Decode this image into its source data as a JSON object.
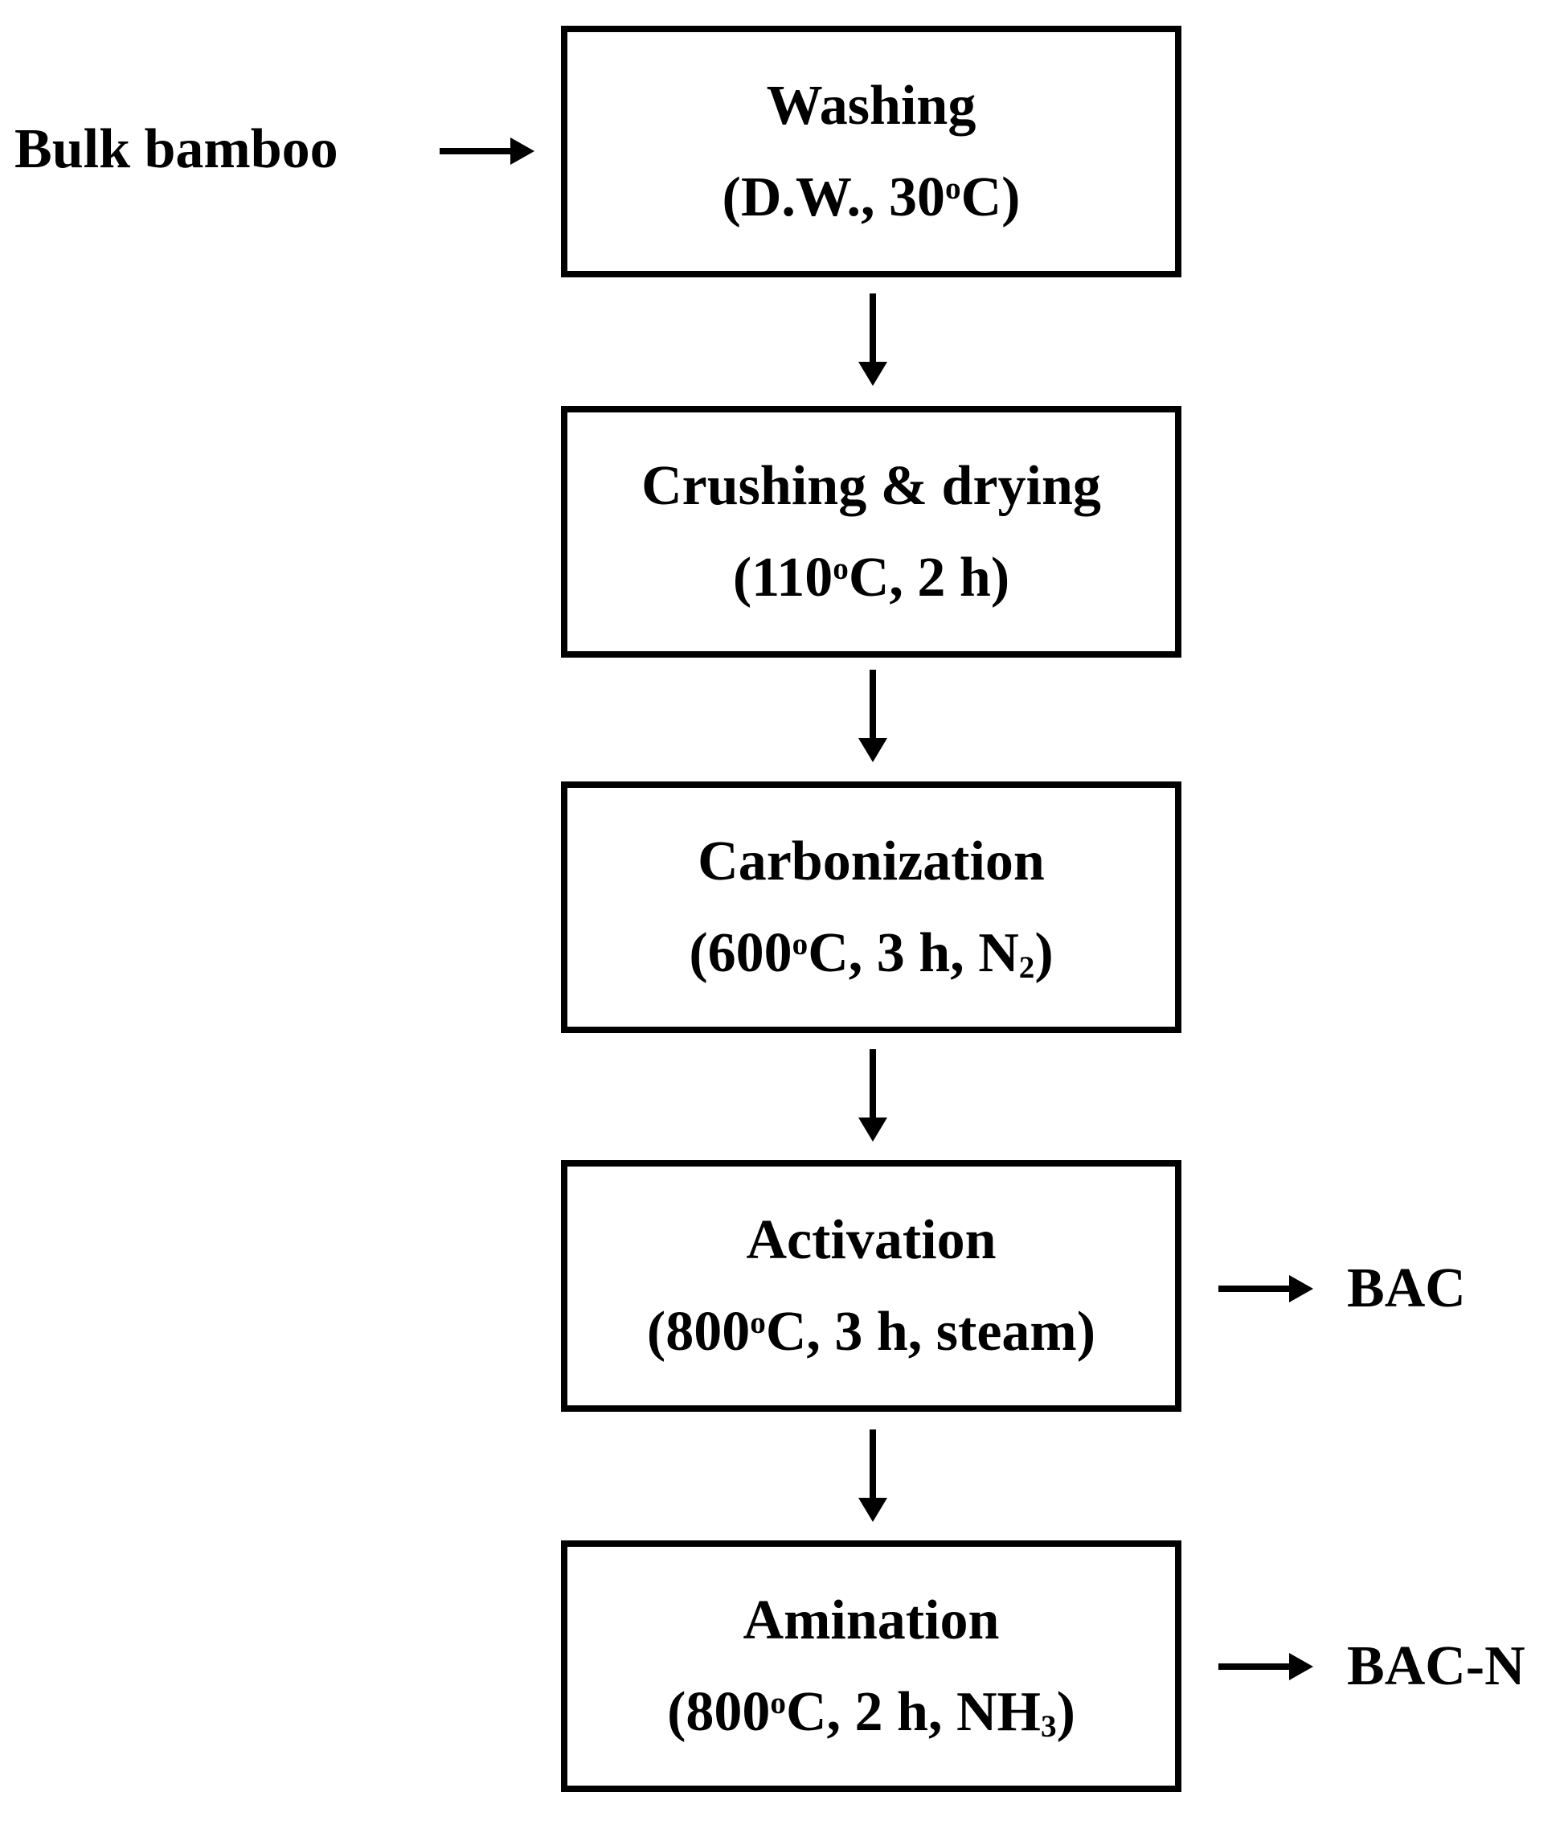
{
  "colors": {
    "ink": "#000000",
    "paper": "#ffffff"
  },
  "flow": {
    "source_label": "Bulk bamboo",
    "steps": [
      {
        "title": "Washing",
        "params": [
          {
            "t": "(D.W., 30"
          },
          {
            "sup": "o"
          },
          {
            "t": "C)"
          }
        ]
      },
      {
        "title": "Crushing & drying",
        "params": [
          {
            "t": "(110"
          },
          {
            "sup": "o"
          },
          {
            "t": "C, 2 h)"
          }
        ]
      },
      {
        "title": "Carbonization",
        "params": [
          {
            "t": "(600"
          },
          {
            "sup": "o"
          },
          {
            "t": "C, 3 h, N"
          },
          {
            "sub": "2"
          },
          {
            "t": ")"
          }
        ]
      },
      {
        "title": "Activation",
        "params": [
          {
            "t": "(800"
          },
          {
            "sup": "o"
          },
          {
            "t": "C, 3 h, steam)"
          }
        ],
        "output": "BAC"
      },
      {
        "title": "Amination",
        "params": [
          {
            "t": "(800"
          },
          {
            "sup": "o"
          },
          {
            "t": "C, 2 h, NH"
          },
          {
            "sub": "3"
          },
          {
            "t": ")"
          }
        ],
        "output": "BAC-N"
      }
    ]
  }
}
